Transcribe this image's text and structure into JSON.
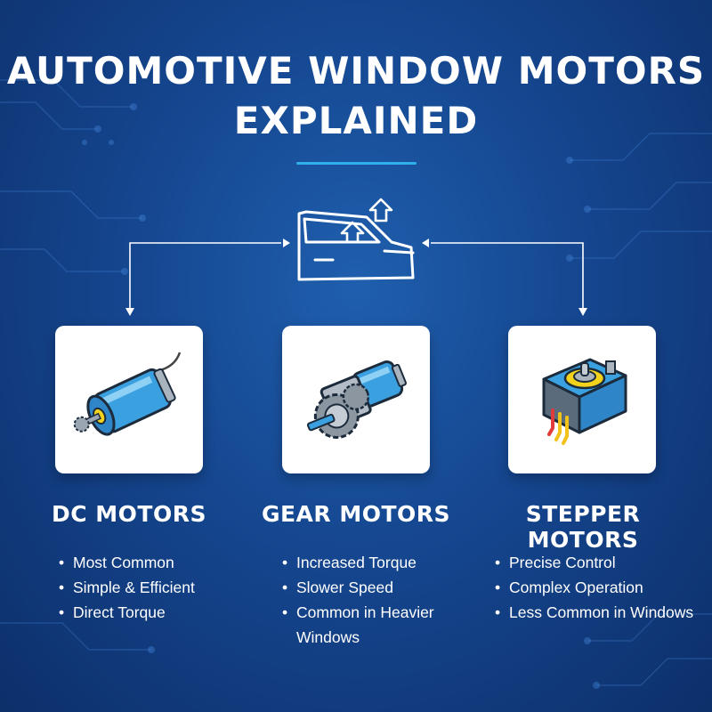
{
  "title": "AUTOMOTIVE WINDOW MOTORS EXPLAINED",
  "colors": {
    "background": "#15468f",
    "accent": "#2fb0ec",
    "motor_blue": "#3aa0e0",
    "card": "#ffffff"
  },
  "center_icon": "car-door-window-up-icon",
  "motors": [
    {
      "icon": "dc-motor-icon",
      "name": "DC MOTORS",
      "bullets": [
        "Most Common",
        "Simple & Efficient",
        "Direct Torque"
      ]
    },
    {
      "icon": "gear-motor-icon",
      "name": "GEAR MOTORS",
      "bullets": [
        "Increased Torque",
        "Slower Speed",
        "Common in Heavier Windows"
      ]
    },
    {
      "icon": "stepper-motor-icon",
      "name": "STEPPER MOTORS",
      "bullets": [
        "Precise Control",
        "Complex Operation",
        "Less Common in Windows"
      ]
    }
  ]
}
